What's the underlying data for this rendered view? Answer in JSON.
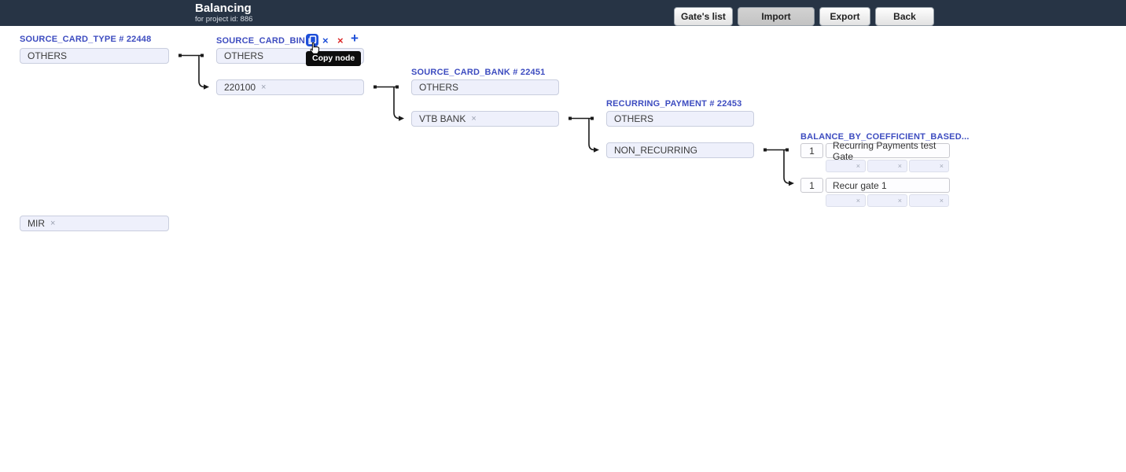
{
  "header": {
    "title": "Balancing",
    "subtitle": "for project id: 886",
    "buttons": [
      {
        "label": "Gate's list"
      },
      {
        "label": "Import"
      },
      {
        "label": "Export"
      },
      {
        "label": "Back"
      }
    ]
  },
  "node_toolbar": {
    "tooltip": "Copy node"
  },
  "icons": {
    "remove": "×",
    "clear": "×",
    "delete": "×",
    "add": "+"
  },
  "tree": {
    "source_card_type": {
      "title": "SOURCE_CARD_TYPE # 22448",
      "default_box": "OTHERS",
      "value_chip": "MIR"
    },
    "source_card_bin": {
      "title": "SOURCE_CARD_BIN ...",
      "default_box": "OTHERS",
      "value_chip": "220100"
    },
    "source_card_bank": {
      "title": "SOURCE_CARD_BANK # 22451",
      "default_box": "OTHERS",
      "value_chip": "VTB BANK"
    },
    "recurring_payment": {
      "title": "RECURRING_PAYMENT # 22453",
      "default_box": "OTHERS",
      "value_box": "NON_RECURRING"
    },
    "balance": {
      "title": "BALANCE_BY_COEFFICIENT_BASED...",
      "gates": [
        {
          "coefficient": "1",
          "name": "Recurring Payments test Gate"
        },
        {
          "coefficient": "1",
          "name": "Recur gate 1"
        }
      ]
    }
  },
  "colors": {
    "header-bg": "#273445",
    "accent-blue": "#3d4cc0",
    "icon-blue": "#1d4ed8",
    "icon-red": "#dc2626",
    "chip-bg": "#eef0fb",
    "chip-border": "#c9cede"
  }
}
